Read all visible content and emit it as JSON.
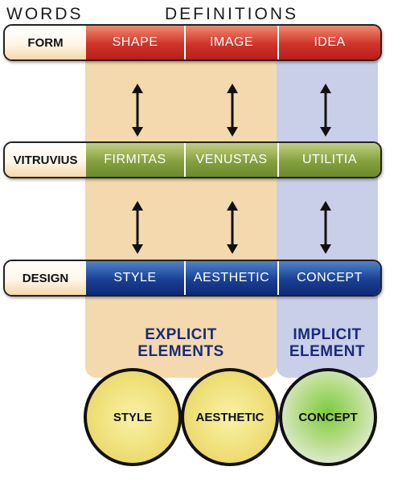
{
  "headers": {
    "words": "WORDS",
    "definitions": "DEFINITIONS"
  },
  "rows": [
    {
      "word": "FORM",
      "cells": [
        "SHAPE",
        "IMAGE",
        "IDEA"
      ]
    },
    {
      "word": "VITRUVIUS",
      "cells": [
        "FIRMITAS",
        "VENUSTAS",
        "UTILITIA"
      ]
    },
    {
      "word": "DESIGN",
      "cells": [
        "STYLE",
        "AESTHETIC",
        "CONCEPT"
      ]
    }
  ],
  "captions": {
    "explicit": [
      "EXPLICIT",
      "ELEMENTS"
    ],
    "implicit": [
      "IMPLICIT",
      "ELEMENT"
    ]
  },
  "circles": [
    "STYLE",
    "AESTHETIC",
    "CONCEPT"
  ],
  "colors": {
    "tan_panel": "#f3d9ad",
    "blue_panel": "#c9cfe9",
    "form_row": "#d0332a",
    "vitruvius_row": "#84a03e",
    "design_row": "#1a3f94",
    "caption_text": "#1a2a7a"
  }
}
